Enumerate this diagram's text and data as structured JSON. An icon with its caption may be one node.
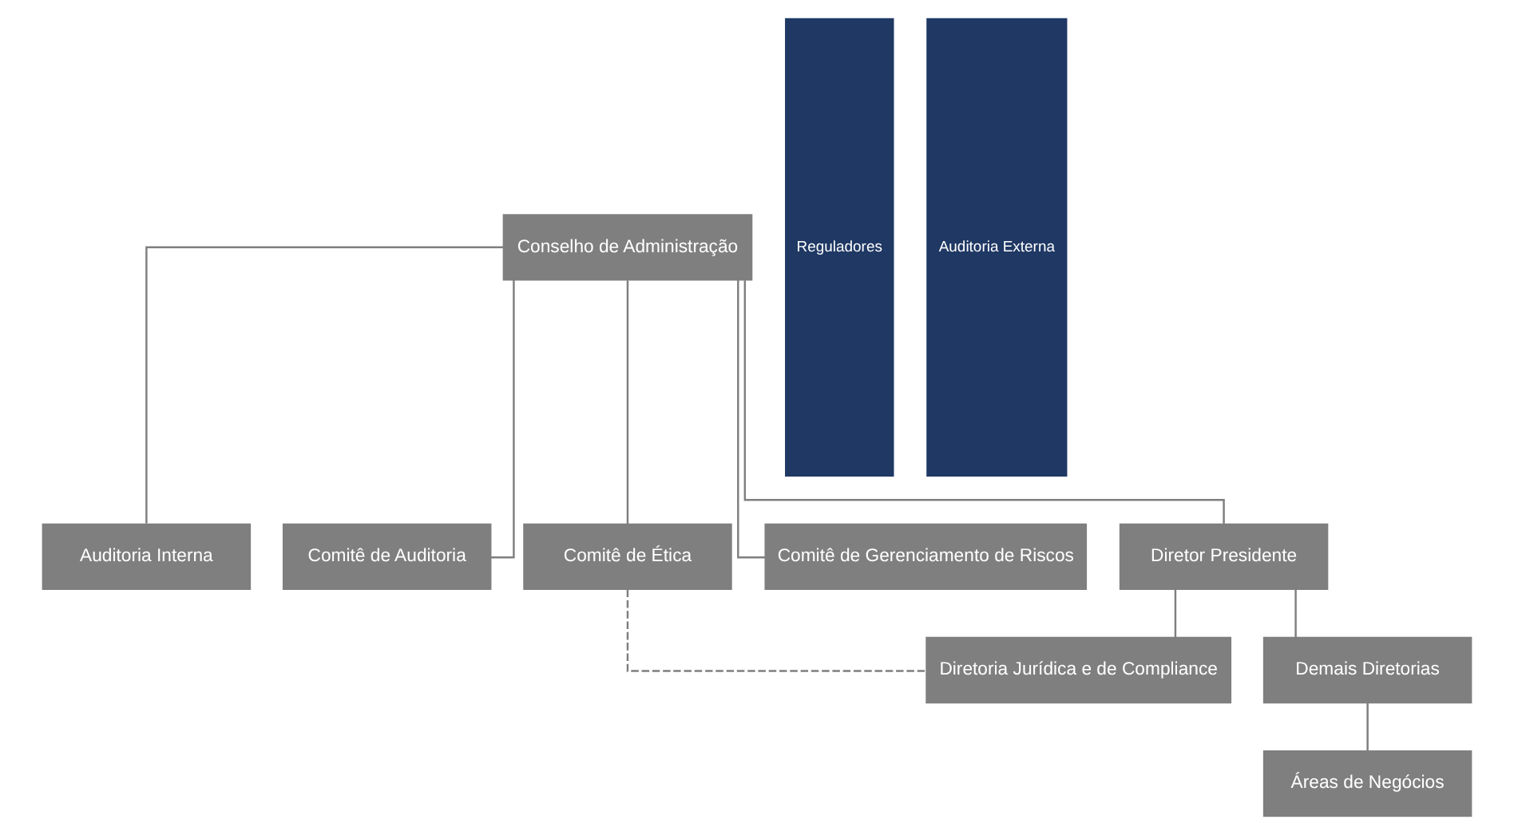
{
  "diagram": {
    "nodes": [
      {
        "text": [
          "Conselho de Administração"
        ]
      },
      {
        "text": [
          "Auditoria Interna"
        ]
      },
      {
        "text": [
          "Comitê de Auditoria"
        ]
      },
      {
        "text": [
          "Comitê de Ética"
        ]
      },
      {
        "text": [
          "Comitê de Gerenciamento de Riscos"
        ]
      },
      {
        "text": [
          "Diretor Presidente"
        ]
      },
      {
        "text": [
          "Demais Diretorias"
        ]
      },
      {
        "text": [
          "Diretoria Jurídica e de Compliance"
        ]
      },
      {
        "text": [
          "Áreas de Negócios"
        ]
      },
      {
        "text": [
          "Reguladores"
        ]
      },
      {
        "text": [
          "Auditoria Externa"
        ]
      }
    ],
    "edges": [
      {
        "from": 0,
        "to": 1,
        "arrow": "none"
      },
      {
        "from": 0,
        "to": 2,
        "arrow": "none"
      },
      {
        "from": 0,
        "to": 3,
        "arrow": "none"
      },
      {
        "from": 0,
        "to": 4,
        "arrow": "none"
      },
      {
        "from": 0,
        "to": 5,
        "arrow": "none"
      },
      {
        "from": 5,
        "to": 6,
        "arrow": "none"
      },
      {
        "from": 5,
        "to": 7,
        "arrow": "none"
      },
      {
        "from": 3,
        "to": 7,
        "arrow": "none",
        "style": "dashed"
      },
      {
        "from": 6,
        "to": 8,
        "arrow": "none"
      }
    ]
  }
}
